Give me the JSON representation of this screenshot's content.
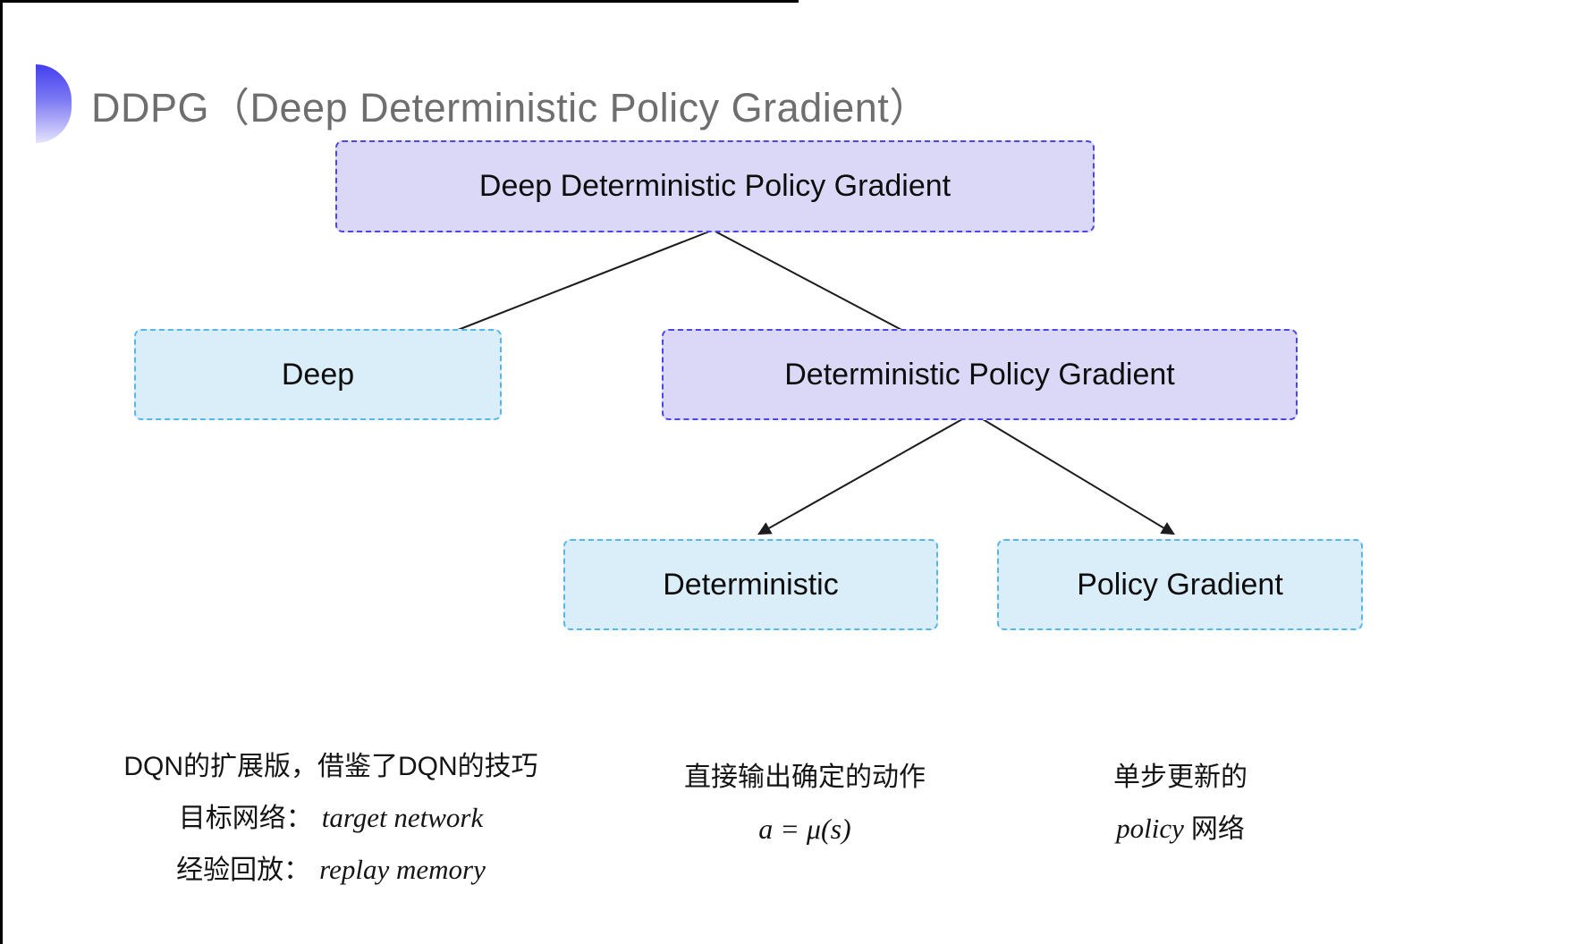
{
  "title": "DDPG（Deep Deterministic Policy Gradient）",
  "colors": {
    "purple_fill": "#dbd8f7",
    "purple_border": "#4a47e3",
    "cyan_fill": "#daeefa",
    "cyan_border": "#58b7e9",
    "title_color": "#6e6e6e",
    "arrow_color": "#1c1c1e",
    "bullet_top": "#423fee"
  },
  "nodes": {
    "root": "Deep Deterministic Policy Gradient",
    "deep": "Deep",
    "dpg": "Deterministic Policy Gradient",
    "deterministic": "Deterministic",
    "policy_gradient": "Policy Gradient"
  },
  "annotations": {
    "deep": {
      "line1": "DQN的扩展版，借鉴了DQN的技巧",
      "target_label": "目标网络：",
      "target_value": "target network",
      "replay_label": "经验回放：",
      "replay_value": "replay memory"
    },
    "deterministic": {
      "line1": "直接输出确定的动作",
      "formula": "a = μ(s)"
    },
    "policy_gradient": {
      "line1": "单步更新的",
      "word_italic": "policy",
      "word_rest": "网络"
    }
  }
}
